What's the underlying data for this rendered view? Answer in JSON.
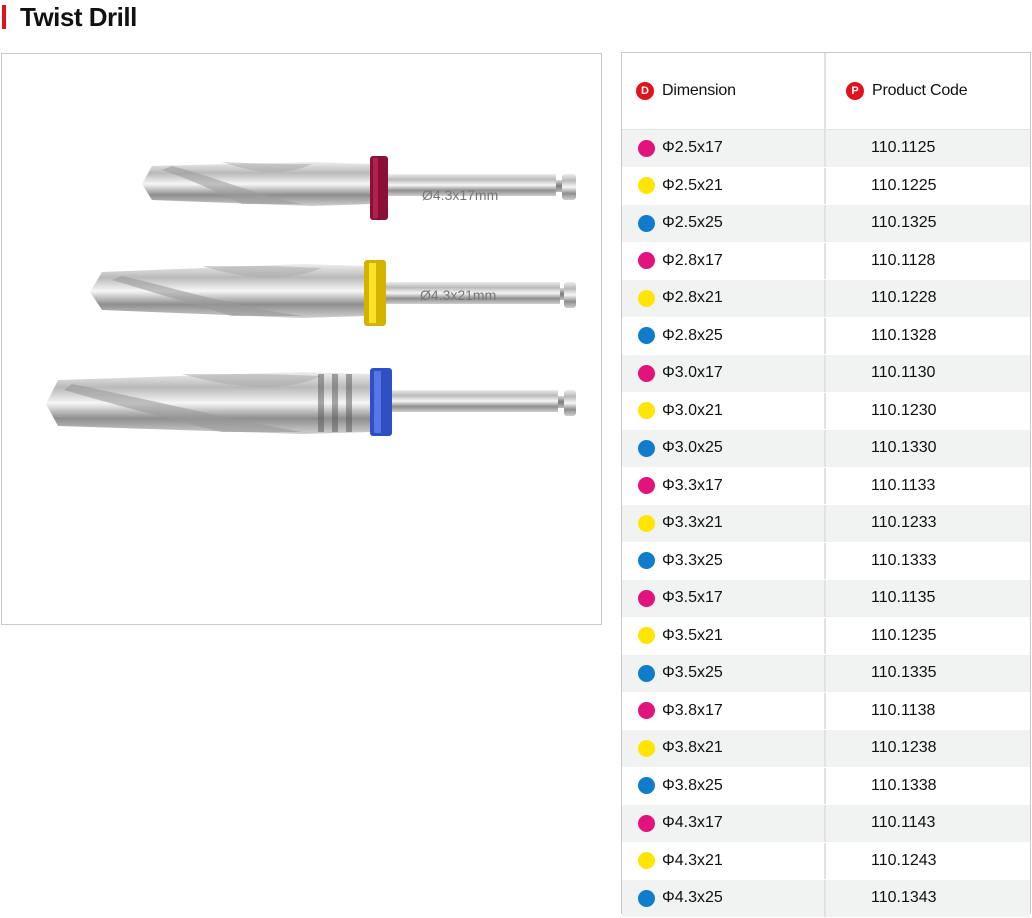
{
  "title": "Twist Drill",
  "colors": {
    "accent": "#e0121b",
    "magenta": "#e2137c",
    "yellow": "#ffe500",
    "blue": "#0f7dcb"
  },
  "image": {
    "drill_labels": [
      "Ø4.3x17mm",
      "Ø4.3x21mm"
    ]
  },
  "table": {
    "headers": [
      {
        "badge": "D",
        "label": "Dimension"
      },
      {
        "badge": "P",
        "label": "Product Code"
      }
    ],
    "rows": [
      {
        "color": "#e2137c",
        "dimension": "Φ2.5x17",
        "code": "110.1125"
      },
      {
        "color": "#ffe500",
        "dimension": "Φ2.5x21",
        "code": "110.1225"
      },
      {
        "color": "#0f7dcb",
        "dimension": "Φ2.5x25",
        "code": "110.1325"
      },
      {
        "color": "#e2137c",
        "dimension": "Φ2.8x17",
        "code": "110.1128"
      },
      {
        "color": "#ffe500",
        "dimension": "Φ2.8x21",
        "code": "110.1228"
      },
      {
        "color": "#0f7dcb",
        "dimension": "Φ2.8x25",
        "code": "110.1328"
      },
      {
        "color": "#e2137c",
        "dimension": "Φ3.0x17",
        "code": "110.1130"
      },
      {
        "color": "#ffe500",
        "dimension": "Φ3.0x21",
        "code": "110.1230"
      },
      {
        "color": "#0f7dcb",
        "dimension": "Φ3.0x25",
        "code": "110.1330"
      },
      {
        "color": "#e2137c",
        "dimension": "Φ3.3x17",
        "code": "110.1133"
      },
      {
        "color": "#ffe500",
        "dimension": "Φ3.3x21",
        "code": "110.1233"
      },
      {
        "color": "#0f7dcb",
        "dimension": "Φ3.3x25",
        "code": "110.1333"
      },
      {
        "color": "#e2137c",
        "dimension": "Φ3.5x17",
        "code": "110.1135"
      },
      {
        "color": "#ffe500",
        "dimension": "Φ3.5x21",
        "code": "110.1235"
      },
      {
        "color": "#0f7dcb",
        "dimension": "Φ3.5x25",
        "code": "110.1335"
      },
      {
        "color": "#e2137c",
        "dimension": "Φ3.8x17",
        "code": "110.1138"
      },
      {
        "color": "#ffe500",
        "dimension": "Φ3.8x21",
        "code": "110.1238"
      },
      {
        "color": "#0f7dcb",
        "dimension": "Φ3.8x25",
        "code": "110.1338"
      },
      {
        "color": "#e2137c",
        "dimension": "Φ4.3x17",
        "code": "110.1143"
      },
      {
        "color": "#ffe500",
        "dimension": "Φ4.3x21",
        "code": "110.1243"
      },
      {
        "color": "#0f7dcb",
        "dimension": "Φ4.3x25",
        "code": "110.1343"
      }
    ]
  }
}
